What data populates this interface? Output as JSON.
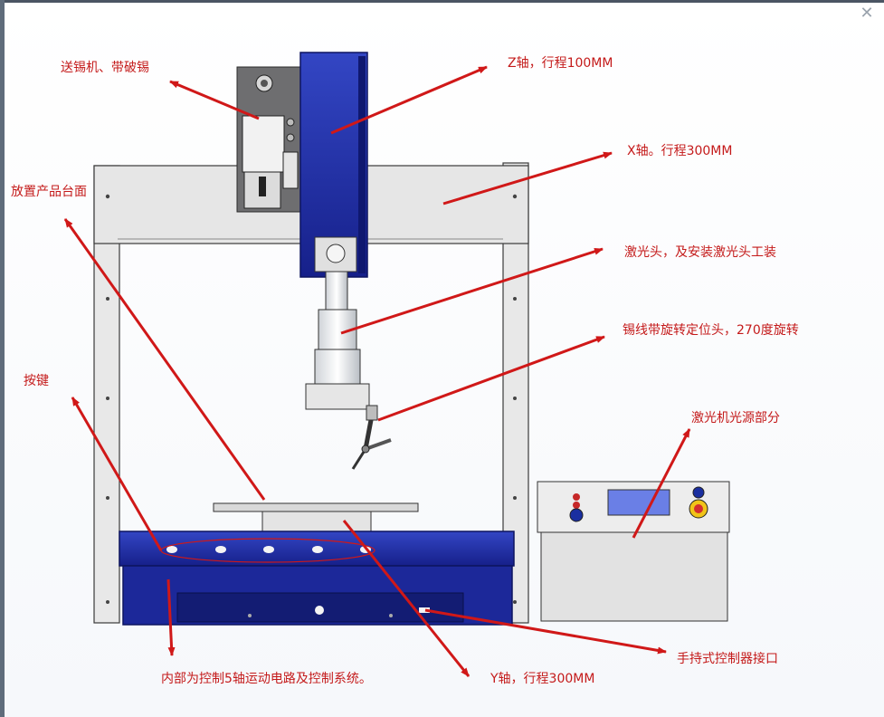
{
  "window": {
    "close_glyph": "✕"
  },
  "callouts": {
    "tin_feeder": "送锡机、带破锡",
    "z_axis": "Z轴，行程100MM",
    "x_axis": "X轴。行程300MM",
    "product_table": "放置产品台面",
    "laser_head": "激光头，及安装激光头工装",
    "rotary_positioner": "锡线带旋转定位头，270度旋转",
    "buttons": "按键",
    "laser_source": "激光机光源部分",
    "handheld_port": "手持式控制器接口",
    "internal_system": "内部为控制5轴运动电路及控制系统。",
    "y_axis": "Y轴，行程300MM"
  },
  "colors": {
    "annotation": "#c41a1a",
    "machine_blue": "#1f2fa8",
    "frame_gray": "#e6e6e6",
    "outline": "#3a3a3a"
  }
}
